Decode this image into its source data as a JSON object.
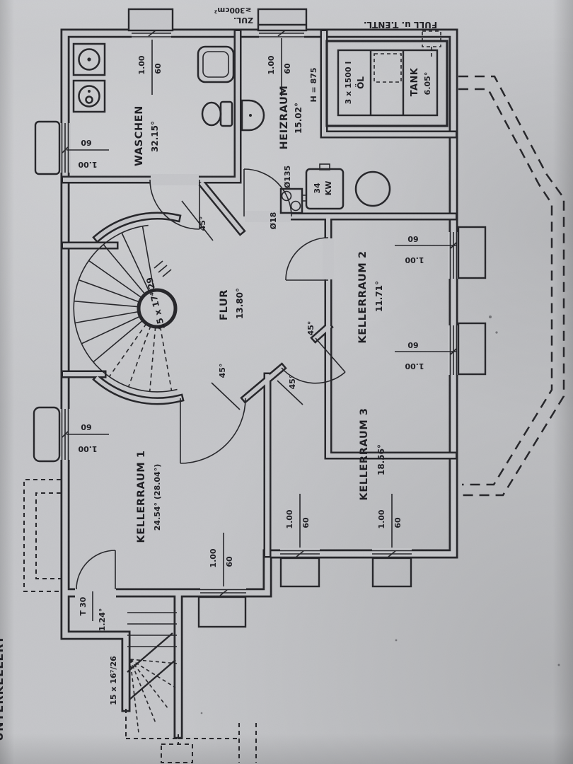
{
  "meta": {
    "side_label": "UNTERKELLERT"
  },
  "rooms": {
    "waschen": {
      "name": "WASCHEN",
      "area": "32.15°"
    },
    "heizraum": {
      "name": "HEIZRAUM",
      "area": "15.02°"
    },
    "flur": {
      "name": "FLUR",
      "area": "13.80°"
    },
    "k1": {
      "name": "KELLERRAUM 1",
      "area": "24.54° (28.04°)"
    },
    "k2": {
      "name": "KELLERRAUM 2",
      "area": "11.71°"
    },
    "k3": {
      "name": "KELLERRAUM 3",
      "area": "18.56°"
    },
    "tank": {
      "name": "TANK",
      "area": "6.05°"
    },
    "vestibule": {
      "area": "1.24°"
    }
  },
  "ann": {
    "zuluft1": "≥300cm²",
    "zuluft2": "ZUL.",
    "fuell": "FÜLL u. T.ENTL.",
    "capacity": "3 x 1500 l",
    "medium": "ÖL",
    "height": "H = 875",
    "boiler1": "34",
    "boiler2": "KW",
    "flue_large": "Ø135",
    "flue_small": "Ø18",
    "stair_spiral": "15 x 17⁴/29",
    "stair_exterior": "15 x 16⁷/26",
    "fire_door": "T 30",
    "angle": "45°"
  },
  "dims": {
    "w": "1.00",
    "h": "60"
  }
}
